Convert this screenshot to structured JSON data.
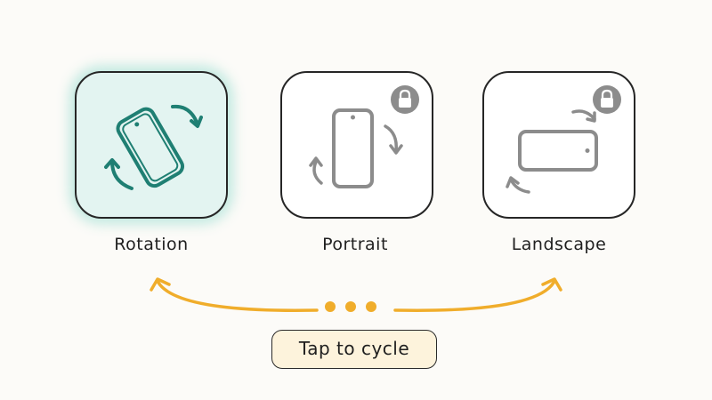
{
  "modes": [
    {
      "id": "rotation",
      "label": "Rotation",
      "state": "selected",
      "icon": "rotate-phone-icon"
    },
    {
      "id": "portrait",
      "label": "Portrait",
      "state": "locked",
      "icon": "portrait-phone-icon"
    },
    {
      "id": "landscape",
      "label": "Landscape",
      "state": "locked",
      "icon": "landscape-phone-icon"
    }
  ],
  "cycle": {
    "hint": "Tap to cycle",
    "arrow_color": "#f0ad2b",
    "dots_count": 3
  },
  "colors": {
    "active_accent": "#1f7f73",
    "active_fill": "#e3f4f1",
    "locked_gray": "#8c8c8c",
    "outline": "#262626"
  }
}
